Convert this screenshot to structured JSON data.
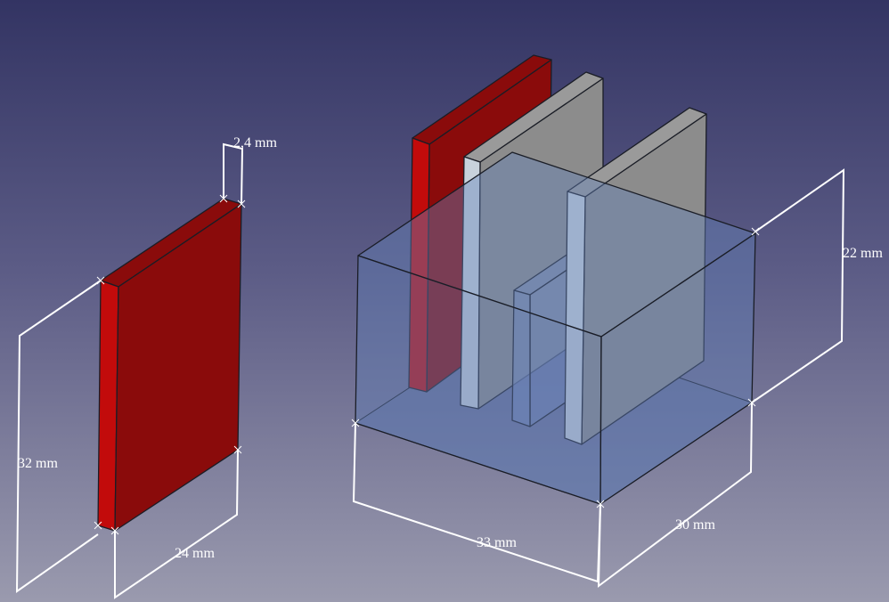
{
  "viewer": {
    "dimensions": {
      "plate_thickness": "2,4 mm",
      "plate_height": "32 mm",
      "plate_width": "24 mm",
      "box_length": "33 mm",
      "box_depth": "30 mm",
      "box_height": "22 mm"
    },
    "colors": {
      "plate_red": "#8a0b0b",
      "plate_red_side": "#c20b0b",
      "plate_gray": "#8c8c8c",
      "plate_gray_side": "#c8d2dc",
      "box_fill": "#6e8cbe"
    }
  }
}
